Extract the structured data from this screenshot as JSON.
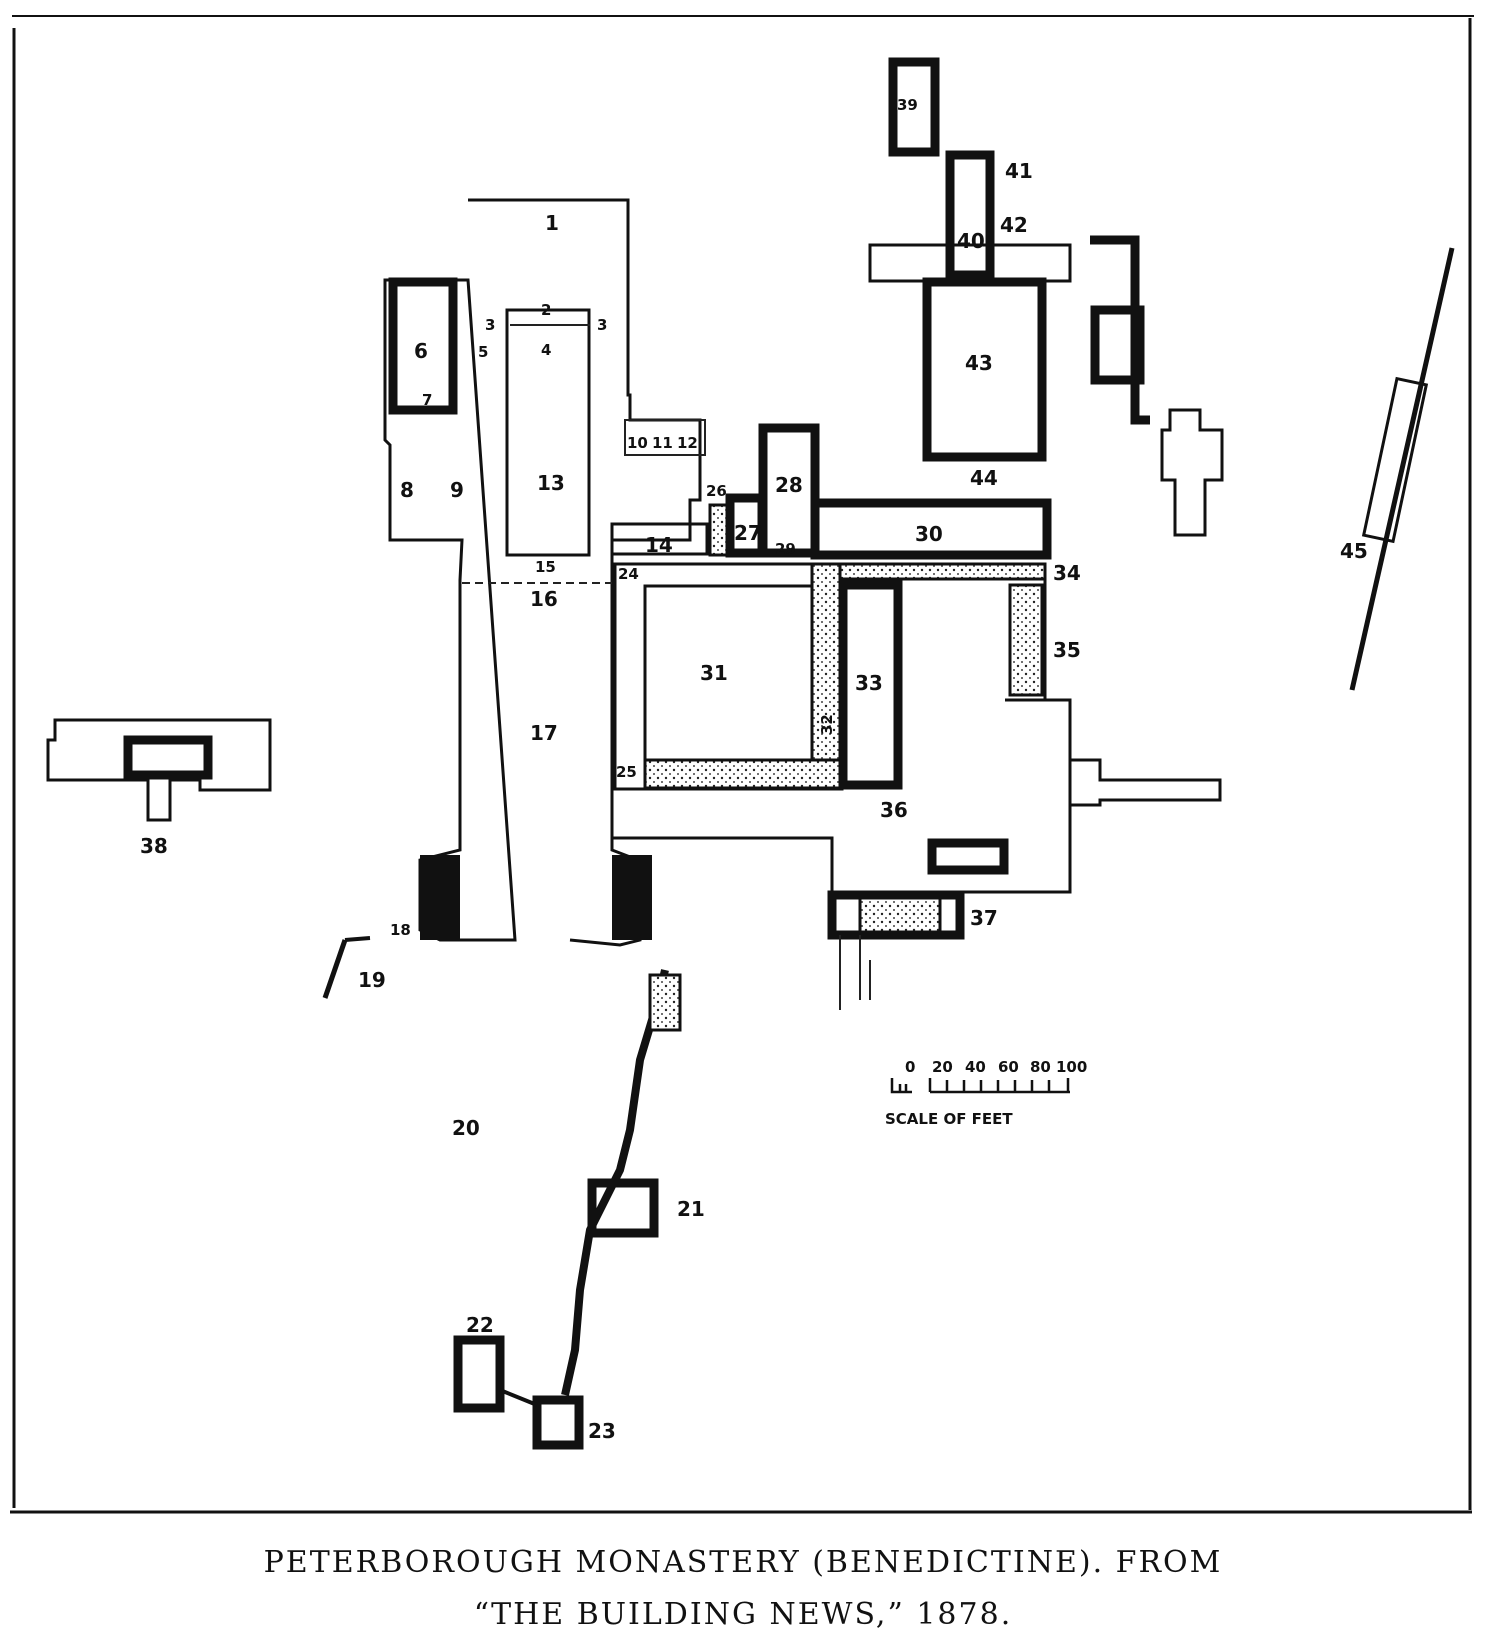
{
  "labels": {
    "l1": "1",
    "l2": "2",
    "l3a": "3",
    "l3b": "3",
    "l4": "4",
    "l5": "5",
    "l6": "6",
    "l7": "7",
    "l8": "8",
    "l9": "9",
    "l10": "10",
    "l11": "11",
    "l12": "12",
    "l13": "13",
    "l14": "14",
    "l15": "15",
    "l16": "16",
    "l17": "17",
    "l18": "18",
    "l19": "19",
    "l20": "20",
    "l21": "21",
    "l22": "22",
    "l23": "23",
    "l24": "24",
    "l25": "25",
    "l26": "26",
    "l27": "27",
    "l28": "28",
    "l29": "29",
    "l30": "30",
    "l31": "31",
    "l32": "32",
    "l33": "33",
    "l34": "34",
    "l35": "35",
    "l36": "36",
    "l37": "37",
    "l38": "38",
    "l39": "39",
    "l40": "40",
    "l41": "41",
    "l42": "42",
    "l43": "43",
    "l44": "44",
    "l45": "45"
  },
  "scale": {
    "ticks": [
      "0",
      "20",
      "40",
      "60",
      "80",
      "100"
    ],
    "title": "SCALE OF FEET"
  },
  "caption": {
    "line1": "PETERBOROUGH MONASTERY (BENEDICTINE).   FROM",
    "line2": "“THE BUILDING NEWS,” 1878."
  }
}
